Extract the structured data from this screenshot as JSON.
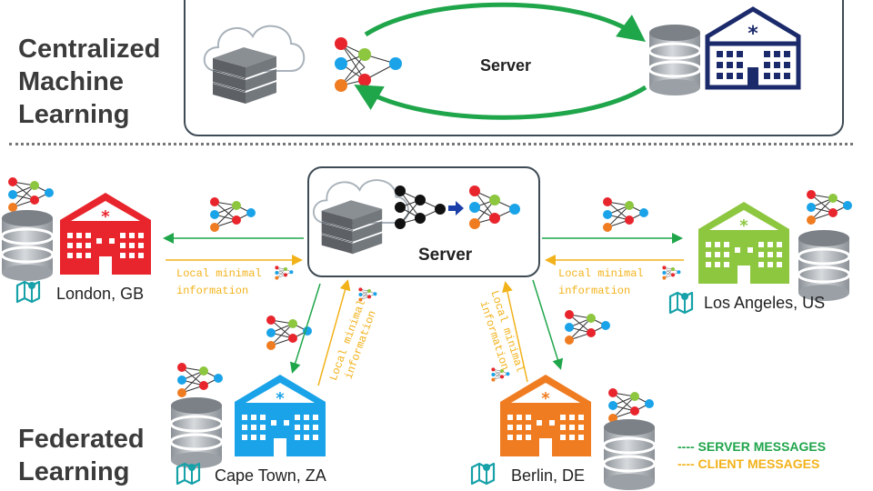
{
  "centralized": {
    "title_lines": [
      "Centralized",
      "Machine",
      "Learning"
    ],
    "server_label": "Server"
  },
  "federated": {
    "title_lines": [
      "Federated",
      "Learning"
    ],
    "server_label": "Server",
    "local_info_lines": [
      "Local minimal",
      "information"
    ],
    "clients": [
      {
        "name": "London, GB",
        "color": "#e8252c"
      },
      {
        "name": "Los Angeles, US",
        "color": "#8dc63f"
      },
      {
        "name": "Cape Town, ZA",
        "color": "#1aa3e8"
      },
      {
        "name": "Berlin, DE",
        "color": "#f07c22"
      }
    ]
  },
  "legend": {
    "server_messages": "---- SERVER MESSAGES",
    "client_messages": "---- CLIENT MESSAGES",
    "server_color": "#1fa54a",
    "client_color": "#f2b21a"
  },
  "colors": {
    "arrow_green": "#1fa54a",
    "arrow_yellow": "#f2b21a",
    "hospital_navy": "#1b2a6b",
    "map_icon_teal": "#17a1a8",
    "box_border": "#3e4b55"
  }
}
